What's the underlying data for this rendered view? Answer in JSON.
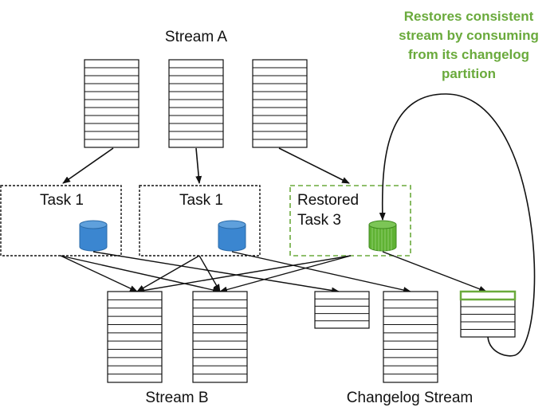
{
  "stream_a": {
    "label": "Stream A"
  },
  "stream_b": {
    "label": "Stream B"
  },
  "changelog_stream": {
    "label": "Changelog Stream"
  },
  "tasks": [
    {
      "line1": "Task 1"
    },
    {
      "line1": "Task 1"
    },
    {
      "line1": "Restored",
      "line2": "Task 3"
    }
  ],
  "annotation": {
    "lines": [
      "Restores consistent",
      "stream by consuming",
      "from its changelog",
      "partition"
    ]
  },
  "colors": {
    "restore_green": "#6aaa3c",
    "store_blue": "#3b86d0",
    "store_green": "#5fb233",
    "line": "#111111"
  }
}
